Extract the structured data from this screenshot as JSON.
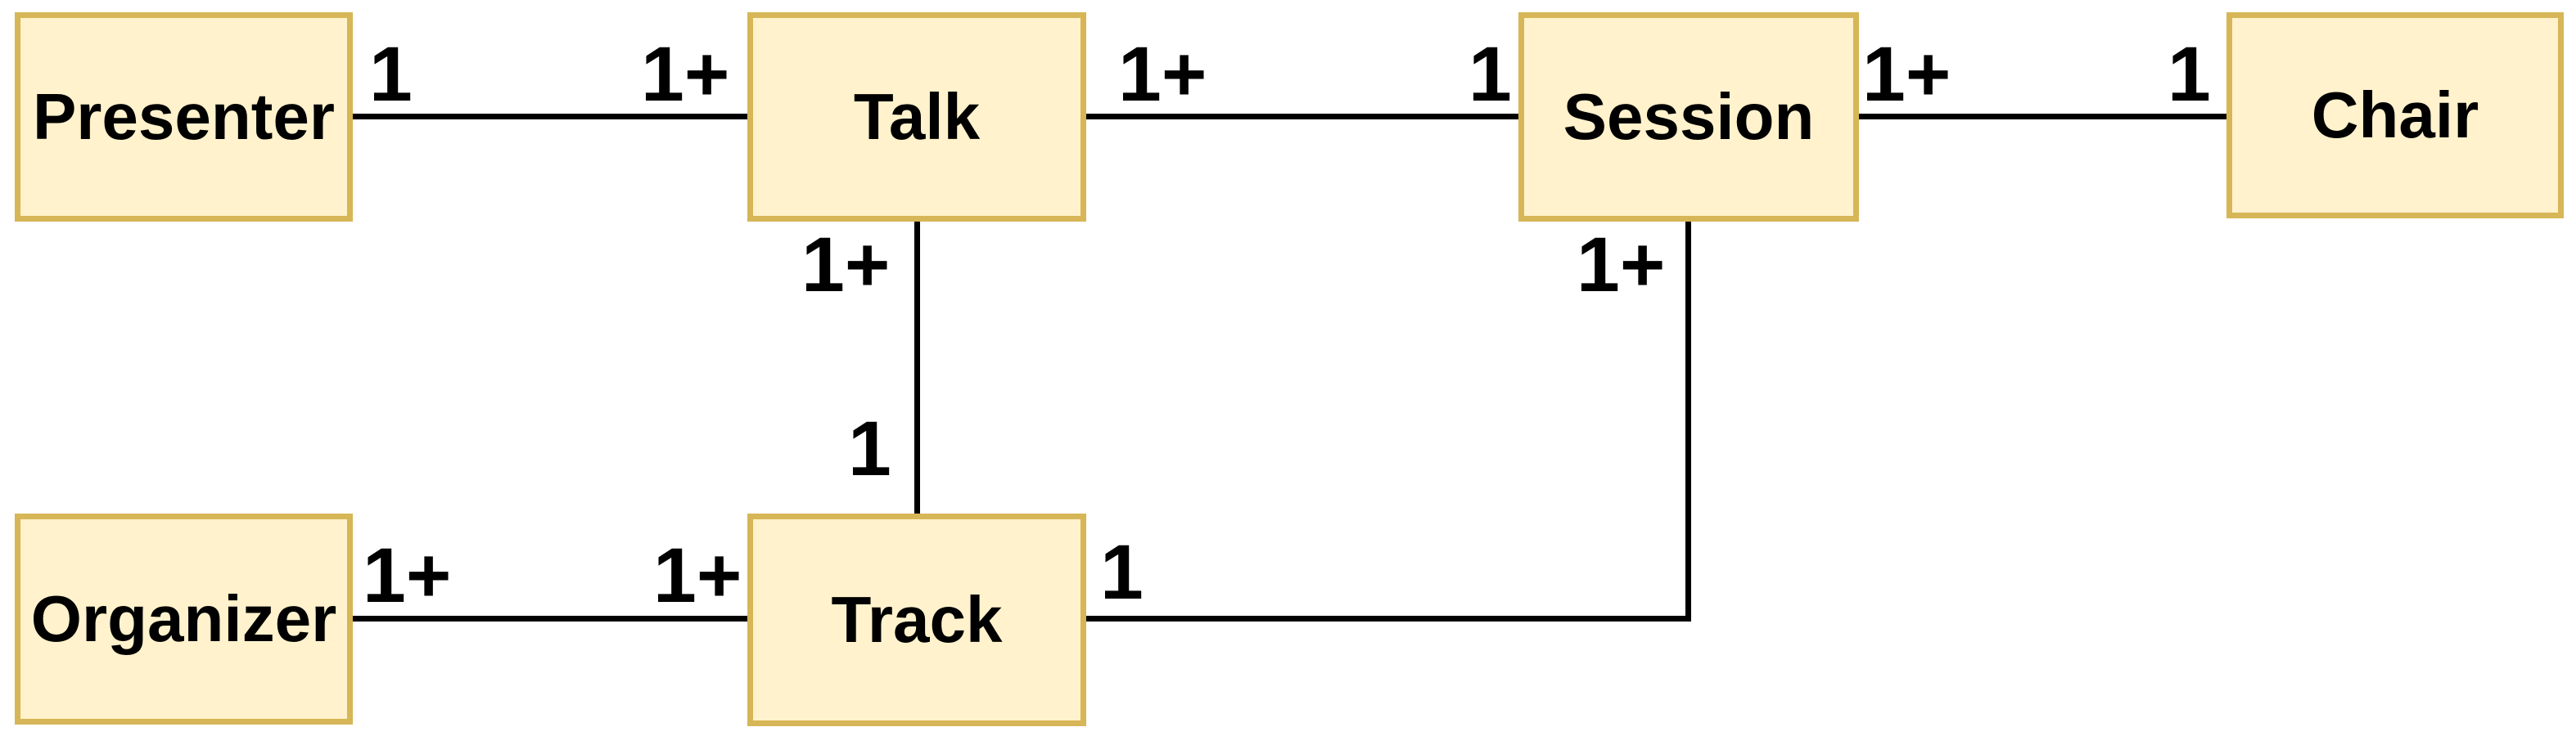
{
  "diagram": {
    "type": "entity-relationship",
    "background_color": "#ffffff",
    "entity_style": {
      "fill": "#fff2cc",
      "stroke": "#d6b656",
      "text_color": "#000000"
    },
    "connector_color": "#000000",
    "entities": [
      {
        "id": "presenter",
        "label": "Presenter"
      },
      {
        "id": "talk",
        "label": "Talk"
      },
      {
        "id": "session",
        "label": "Session"
      },
      {
        "id": "chair",
        "label": "Chair"
      },
      {
        "id": "organizer",
        "label": "Organizer"
      },
      {
        "id": "track",
        "label": "Track"
      }
    ],
    "relationships": [
      {
        "from": "Presenter",
        "from_card": "1",
        "to": "Talk",
        "to_card": "1+"
      },
      {
        "from": "Talk",
        "from_card": "1+",
        "to": "Session",
        "to_card": "1"
      },
      {
        "from": "Session",
        "from_card": "1+",
        "to": "Chair",
        "to_card": "1"
      },
      {
        "from": "Talk",
        "from_card": "1+",
        "to": "Track",
        "to_card": "1"
      },
      {
        "from": "Organizer",
        "from_card": "1+",
        "to": "Track",
        "to_card": "1+"
      },
      {
        "from": "Track",
        "from_card": "1",
        "to": "Session",
        "to_card": "1+"
      }
    ]
  }
}
